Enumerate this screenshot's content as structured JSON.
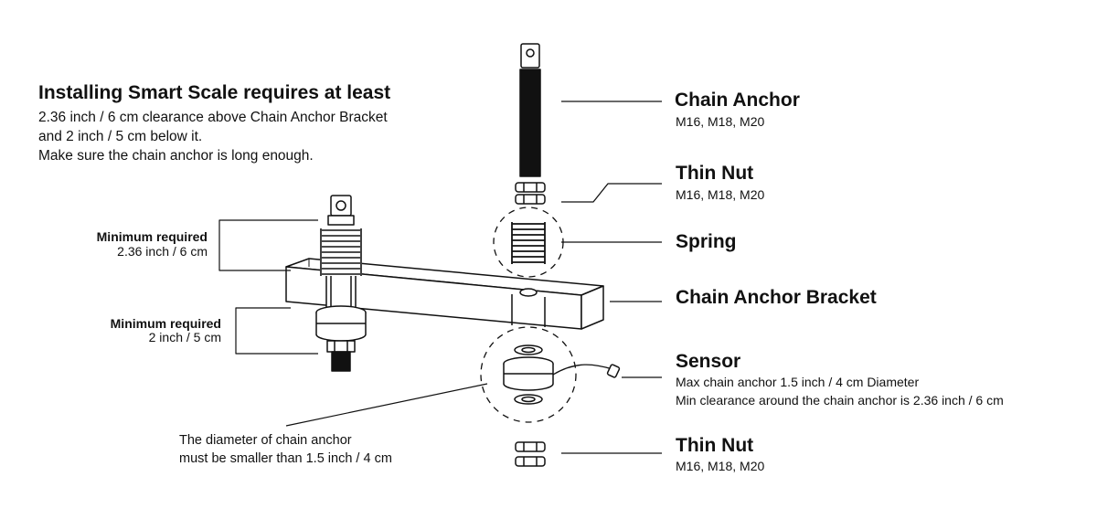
{
  "intro": {
    "title": "Installing Smart Scale requires at least",
    "lines": [
      "2.36 inch / 6 cm clearance above Chain Anchor Bracket",
      "and 2 inch / 5 cm below it.",
      "Make sure the chain anchor is long enough."
    ]
  },
  "clearance": {
    "above": {
      "title": "Minimum required",
      "value": "2.36 inch / 6 cm"
    },
    "below": {
      "title": "Minimum required",
      "value": "2 inch / 5 cm"
    }
  },
  "diameter_note": {
    "lines": [
      "The diameter of chain anchor",
      "must be smaller than 1.5 inch / 4 cm"
    ]
  },
  "parts": [
    {
      "name": "Chain Anchor",
      "details": [
        "M16, M18, M20"
      ]
    },
    {
      "name": "Thin Nut",
      "details": [
        "M16, M18, M20"
      ]
    },
    {
      "name": "Spring",
      "details": []
    },
    {
      "name": "Chain Anchor Bracket",
      "details": []
    },
    {
      "name": "Sensor",
      "details": [
        "Max chain anchor 1.5 inch / 4 cm Diameter",
        "Min clearance around the chain anchor is 2.36 inch / 6 cm"
      ]
    },
    {
      "name": "Thin Nut",
      "details": [
        "M16, M18, M20"
      ]
    }
  ]
}
